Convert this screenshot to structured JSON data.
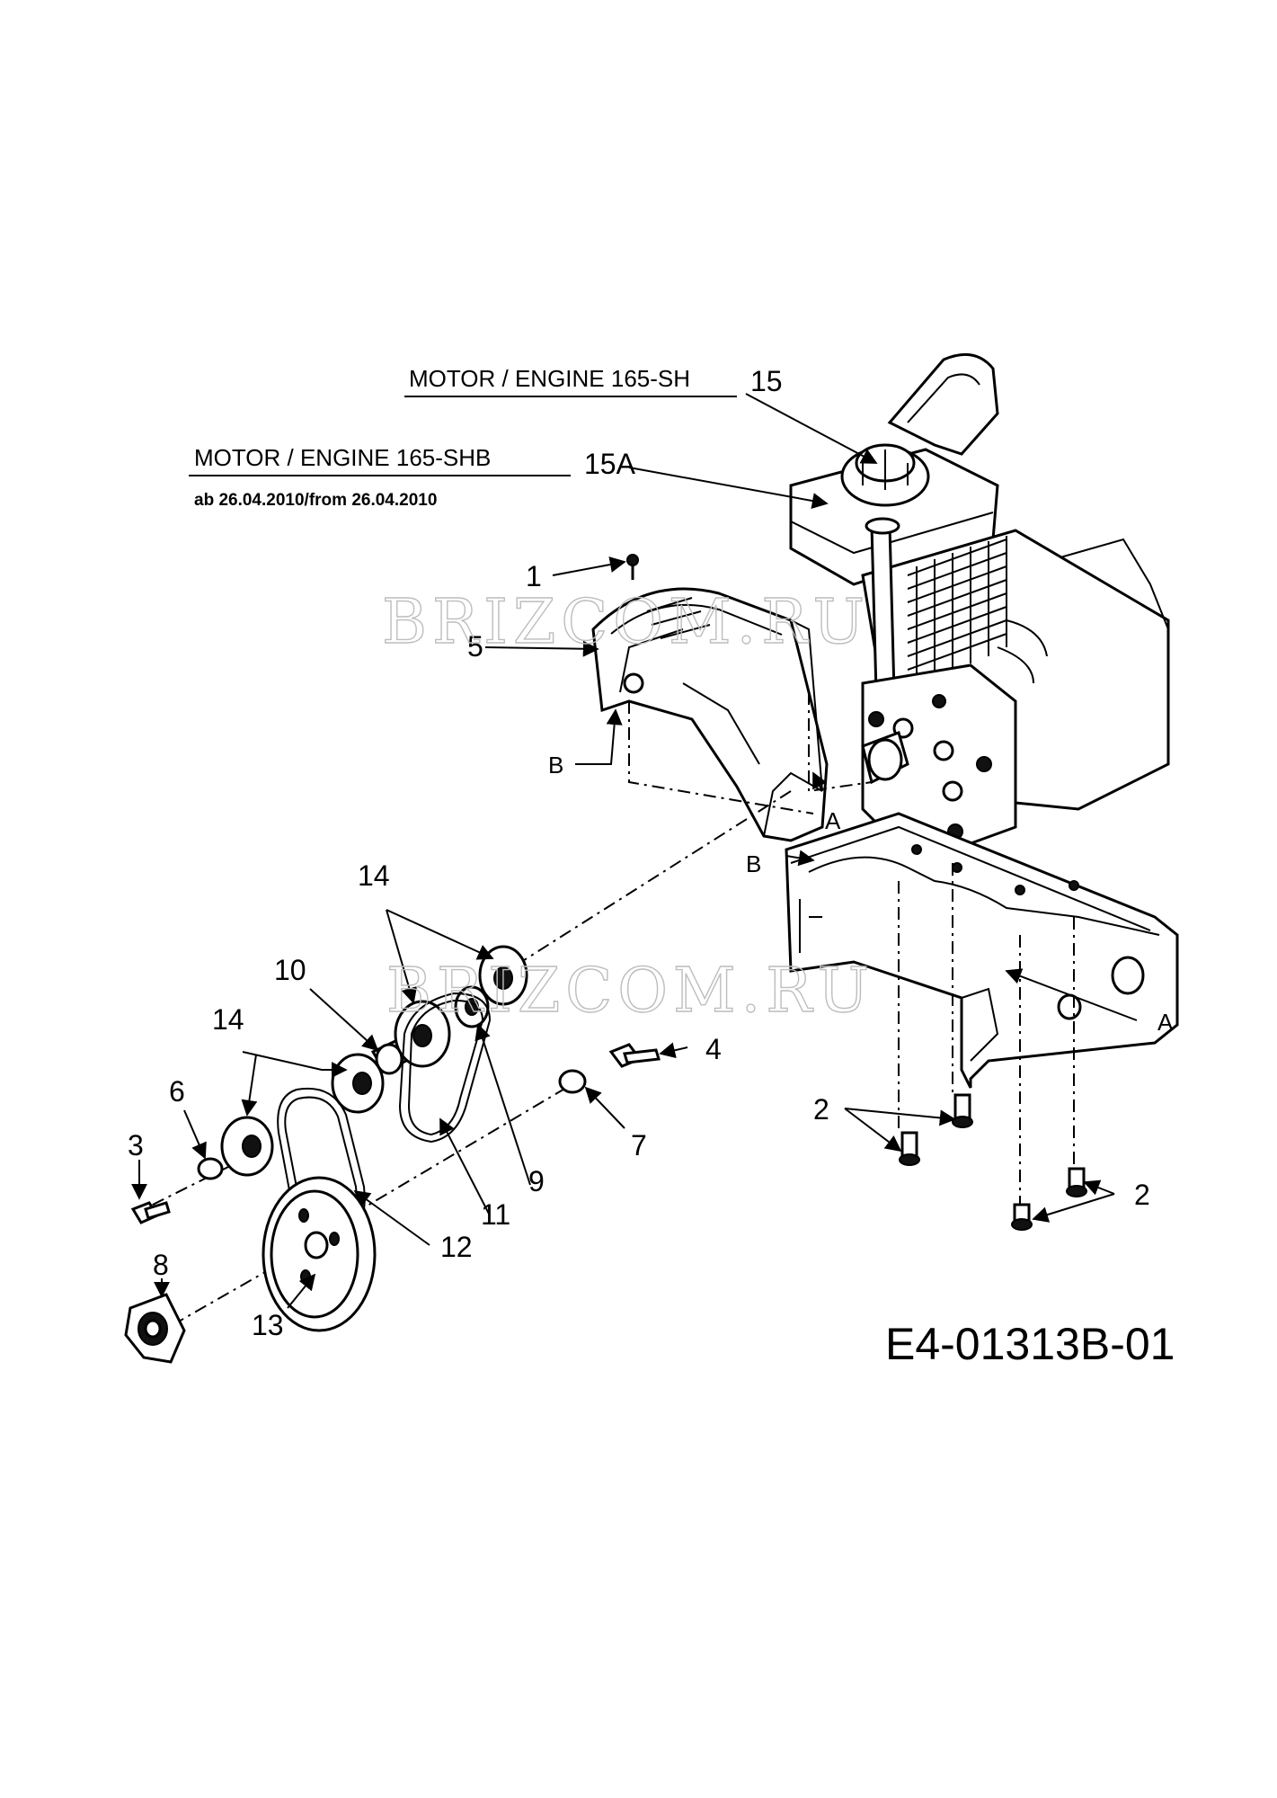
{
  "headers": {
    "engine_sh": "MOTOR / ENGINE  165-SH",
    "engine_shb": "MOTOR / ENGINE  165-SHB",
    "date_note": "ab 26.04.2010/from 26.04.2010"
  },
  "watermark": "BRIZCOM.RU",
  "drawing_code": "E4-01313B-01",
  "callouts": {
    "c1": "1",
    "c2a": "2",
    "c2b": "2",
    "c3": "3",
    "c4": "4",
    "c5": "5",
    "c6": "6",
    "c7": "7",
    "c8": "8",
    "c9": "9",
    "c10": "10",
    "c11": "11",
    "c12": "12",
    "c13": "13",
    "c14a": "14",
    "c14b": "14",
    "c15": "15",
    "c15a": "15A",
    "refA1": "A",
    "refA2": "A",
    "refB1": "B",
    "refB2": "B"
  }
}
